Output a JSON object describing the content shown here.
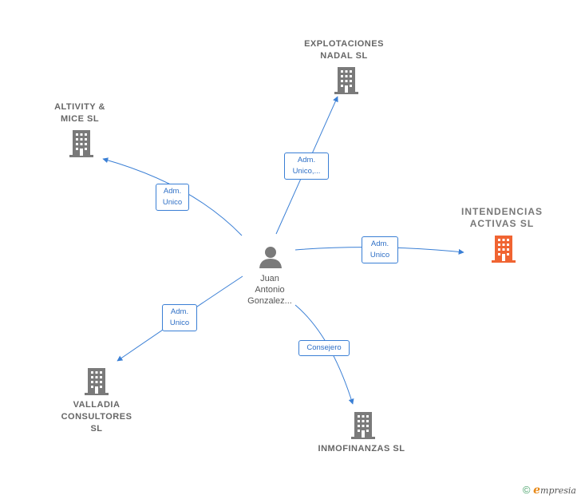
{
  "colors": {
    "edge": "#3a7fd5",
    "company": "#7a7a7a",
    "highlight": "#f06432",
    "person": "#7a7a7a"
  },
  "person": {
    "name": "Juan\nAntonio\nGonzalez...",
    "icon": "person-icon"
  },
  "companies": [
    {
      "id": "explotaciones-nadal",
      "name": "EXPLOTACIONES\nNADAL SL",
      "icon": "building-icon",
      "highlight": false
    },
    {
      "id": "altivity-mice",
      "name": "ALTIVITY &\nMICE SL",
      "icon": "building-icon",
      "highlight": false
    },
    {
      "id": "intendencias-activas",
      "name": "INTENDENCIAS\nACTIVAS SL",
      "icon": "building-icon",
      "highlight": true
    },
    {
      "id": "valladia-consultores",
      "name": "VALLADIA\nCONSULTORES\nSL",
      "icon": "building-icon",
      "highlight": false
    },
    {
      "id": "inmofinanzas",
      "name": "INMOFINANZAS SL",
      "icon": "building-icon",
      "highlight": false
    }
  ],
  "edges": [
    {
      "to": "explotaciones-nadal",
      "label": "Adm.\nUnico,..."
    },
    {
      "to": "altivity-mice",
      "label": "Adm.\nUnico"
    },
    {
      "to": "intendencias-activas",
      "label": "Adm.\nUnico"
    },
    {
      "to": "valladia-consultores",
      "label": "Adm.\nUnico"
    },
    {
      "to": "inmofinanzas",
      "label": "Consejero"
    }
  ],
  "footer": {
    "copyright_symbol": "©",
    "brand_initial": "e",
    "brand_rest": "mpresia"
  }
}
